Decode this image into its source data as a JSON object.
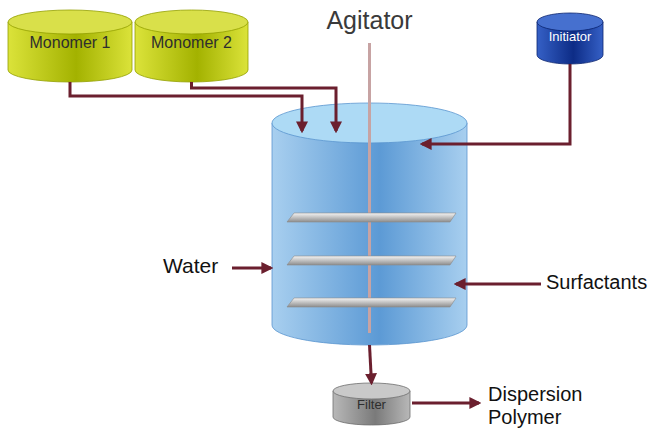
{
  "diagram": {
    "nodes": [
      {
        "text": [
          "Monomer 1"
        ]
      },
      {
        "text": [
          "Monomer 2"
        ]
      },
      {
        "text": [
          "Agitator"
        ]
      },
      {
        "text": [
          "Initiator"
        ]
      },
      {
        "text": [
          "Filter"
        ]
      }
    ],
    "edges": [
      {
        "from": 0,
        "to": 2,
        "arrow": "to"
      },
      {
        "from": 1,
        "to": 2,
        "arrow": "to"
      },
      {
        "from": 3,
        "to": 2,
        "arrow": "to"
      },
      {
        "from": 2,
        "to": 4,
        "arrow": "to"
      }
    ],
    "labels": [
      "Water",
      "Surfactants",
      "Dispersion Polymer"
    ]
  }
}
